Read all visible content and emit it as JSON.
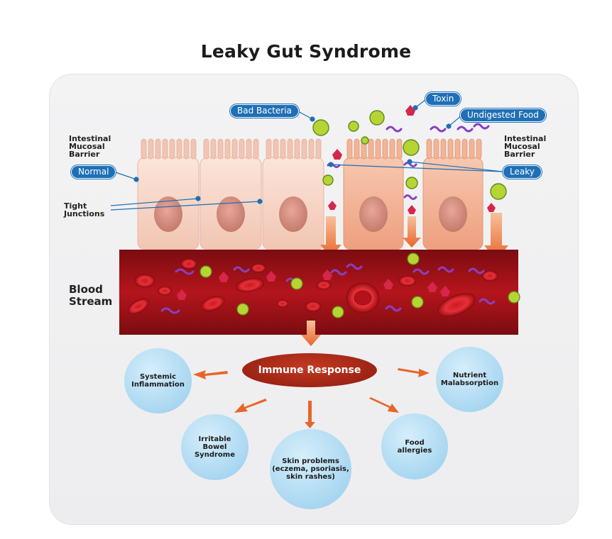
{
  "title": "Leaky Gut Syndrome",
  "labels": {
    "barrier_left": [
      "Intestinal",
      "Mucosal",
      "Barrier"
    ],
    "barrier_right": [
      "Intestinal",
      "Mucosal",
      "Barrier"
    ],
    "tight_junctions": [
      "Tight",
      "Junctions"
    ],
    "blood_stream": [
      "Blood",
      "Stream"
    ],
    "normal": "Normal",
    "leaky": "Leaky",
    "bad_bacteria": "Bad Bacteria",
    "toxin": "Toxin",
    "undigested_food": "Undigested Food"
  },
  "center": "Immune Response",
  "outcomes": {
    "systemic": [
      "Systemic",
      "Inflammation"
    ],
    "nutrient": [
      "Nutrient",
      "Malabsorption"
    ],
    "ibs": [
      "Irritable",
      "Bowel",
      "Syndrome"
    ],
    "skin": [
      "Skin problems",
      "(eczema, psoriasis,",
      "skin rashes)"
    ],
    "food": [
      "Food",
      "allergies"
    ]
  },
  "colors": {
    "pill": "#1e6fb5",
    "blood": "#a0131a",
    "arrow": "#e8652a",
    "circle": "#a9d7f1",
    "cell_normal": "#f7d3c4",
    "cell_leaky": "#f4b79b"
  }
}
